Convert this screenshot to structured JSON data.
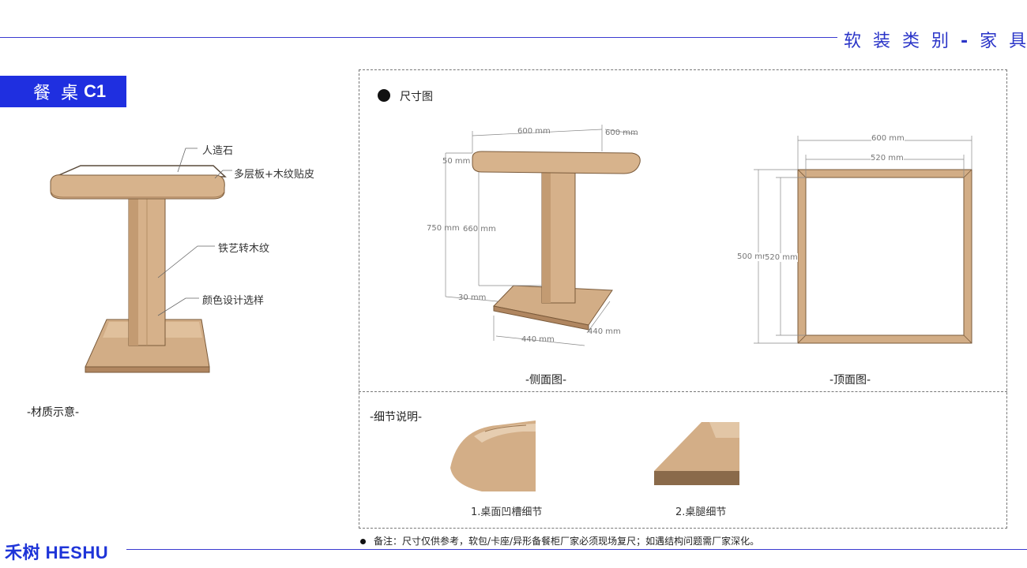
{
  "header": {
    "title": "软 装 类 别",
    "dash": "-",
    "category": "家 具"
  },
  "badge": {
    "name": "餐 桌",
    "code": "C1"
  },
  "material": {
    "labels": [
      "人造石",
      "多层板+木纹贴皮",
      "铁艺转木纹",
      "颜色设计选样"
    ],
    "caption": "-材质示意-"
  },
  "dimensions": {
    "heading": "尺寸图",
    "side": {
      "caption": "-侧面图-",
      "top_width": "600 mm",
      "top_depth": "600 mm",
      "top_thickness": "50 mm",
      "total_height": "750 mm",
      "leg_height": "660 mm",
      "base_thickness": "30 mm",
      "base_width": "440 mm",
      "base_depth": "440 mm"
    },
    "top": {
      "caption": "-顶面图-",
      "outer_width": "600 mm",
      "inner_width": "520 mm",
      "outer_height": "500 mm",
      "inner_height": "520 mm"
    }
  },
  "details": {
    "heading": "-细节说明-",
    "items": [
      "1.桌面凹槽细节",
      "2.桌腿细节"
    ]
  },
  "footer": {
    "note": "备注：尺寸仅供参考，软包/卡座/异形备餐柜厂家必须现场复尺；如遇结构问题需厂家深化。",
    "logo": "禾树 HESHU"
  }
}
